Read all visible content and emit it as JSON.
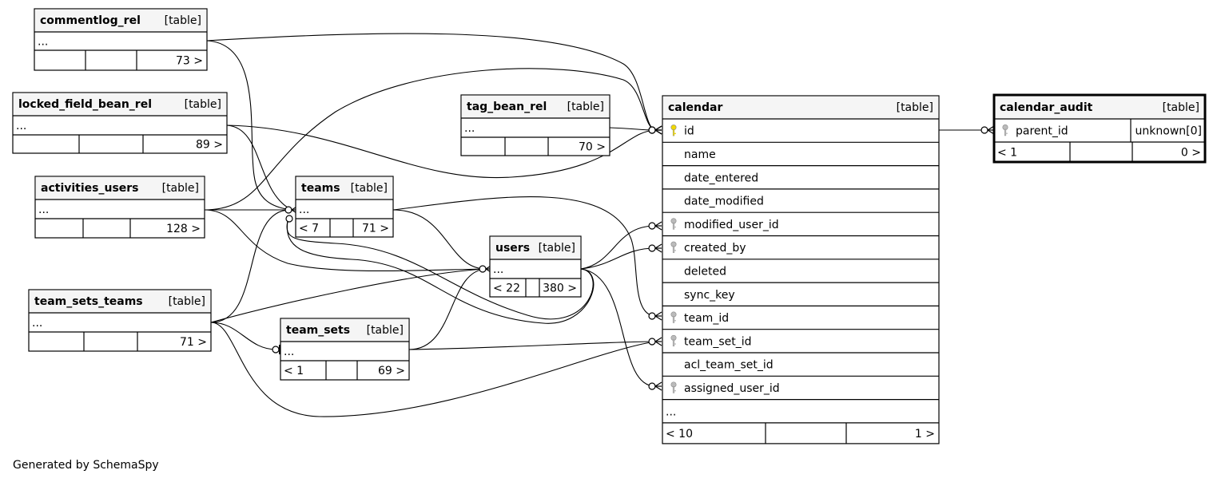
{
  "footer": "Generated by SchemaSpy",
  "icons": {
    "primary_key": "key-icon",
    "foreign_key": "key-icon"
  },
  "colors": {
    "header_bg": "#f5f5f5",
    "border": "#000000",
    "pk_key": "#f0d800",
    "fk_key": "#bbbbbb"
  },
  "tables": [
    {
      "id": "commentlog_rel",
      "name": "commentlog_rel",
      "kind": "[table]",
      "rows": [
        {
          "text": "..."
        }
      ],
      "footer": [
        "",
        "",
        "73 >"
      ]
    },
    {
      "id": "locked_field_bean_rel",
      "name": "locked_field_bean_rel",
      "kind": "[table]",
      "rows": [
        {
          "text": "..."
        }
      ],
      "footer": [
        "",
        "",
        "89 >"
      ]
    },
    {
      "id": "activities_users",
      "name": "activities_users",
      "kind": "[table]",
      "rows": [
        {
          "text": "..."
        }
      ],
      "footer": [
        "",
        "",
        "128 >"
      ]
    },
    {
      "id": "team_sets_teams",
      "name": "team_sets_teams",
      "kind": "[table]",
      "rows": [
        {
          "text": "..."
        }
      ],
      "footer": [
        "",
        "",
        "71 >"
      ]
    },
    {
      "id": "tag_bean_rel",
      "name": "tag_bean_rel",
      "kind": "[table]",
      "rows": [
        {
          "text": "..."
        }
      ],
      "footer": [
        "",
        "",
        "70 >"
      ]
    },
    {
      "id": "teams",
      "name": "teams",
      "kind": "[table]",
      "rows": [
        {
          "text": "..."
        }
      ],
      "footer": [
        "< 7",
        "",
        "71 >"
      ]
    },
    {
      "id": "users",
      "name": "users",
      "kind": "[table]",
      "rows": [
        {
          "text": "..."
        }
      ],
      "footer": [
        "< 22",
        "",
        "380 >"
      ]
    },
    {
      "id": "team_sets",
      "name": "team_sets",
      "kind": "[table]",
      "rows": [
        {
          "text": "..."
        }
      ],
      "footer": [
        "< 1",
        "",
        "69 >"
      ]
    },
    {
      "id": "calendar",
      "name": "calendar",
      "kind": "[table]",
      "rows": [
        {
          "text": "id",
          "key": "pk"
        },
        {
          "text": "name"
        },
        {
          "text": "date_entered"
        },
        {
          "text": "date_modified"
        },
        {
          "text": "modified_user_id",
          "key": "fk"
        },
        {
          "text": "created_by",
          "key": "fk"
        },
        {
          "text": "deleted"
        },
        {
          "text": "sync_key"
        },
        {
          "text": "team_id",
          "key": "fk"
        },
        {
          "text": "team_set_id",
          "key": "fk"
        },
        {
          "text": "acl_team_set_id"
        },
        {
          "text": "assigned_user_id",
          "key": "fk"
        },
        {
          "text": "..."
        }
      ],
      "footer": [
        "< 10",
        "",
        "1 >"
      ]
    },
    {
      "id": "calendar_audit",
      "name": "calendar_audit",
      "kind": "[table]",
      "rows": [
        {
          "text": "parent_id",
          "key": "fk",
          "type": "unknown[0]"
        }
      ],
      "footer": [
        "< 1",
        "",
        "0 >"
      ]
    }
  ]
}
